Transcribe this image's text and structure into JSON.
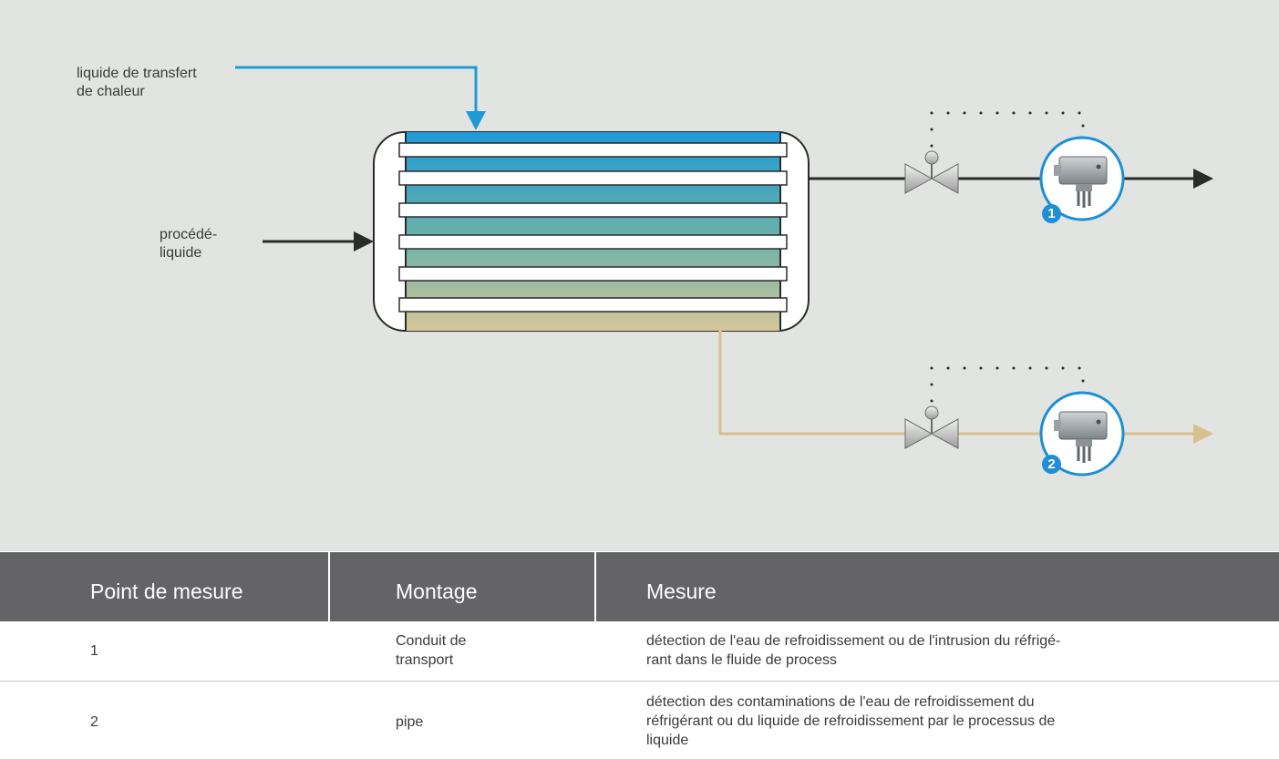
{
  "diagram": {
    "heat_transfer_label": "liquide de transfert\nde chaleur",
    "process_label": "procédé-\nliquide",
    "point_1_badge": "1",
    "point_2_badge": "2"
  },
  "colors": {
    "diagram_background": "#e2e4e1",
    "heat_transfer_line": "#1e9ad6",
    "process_line": "#2b2b2b",
    "return_line": "#d8c18e",
    "badge": "#1d8fd4",
    "table_header": "#646466"
  },
  "icons": [
    "arrow-right-icon",
    "arrow-down-icon",
    "valve-icon",
    "sensor-icon",
    "heat-exchanger-icon"
  ],
  "table": {
    "headers": [
      "Point de mesure",
      "Montage",
      "Mesure"
    ],
    "rows": [
      {
        "point": "1",
        "montage": "Conduit de\ntransport",
        "mesure": "détection de l'eau de refroidissement ou de l'intrusion du réfrigé-\nrant dans le fluide de process"
      },
      {
        "point": "2",
        "montage": "pipe",
        "mesure": "détection des contaminations de l'eau de refroidissement du\nréfrigérant ou du liquide de refroidissement par le processus de\nliquide"
      }
    ]
  }
}
